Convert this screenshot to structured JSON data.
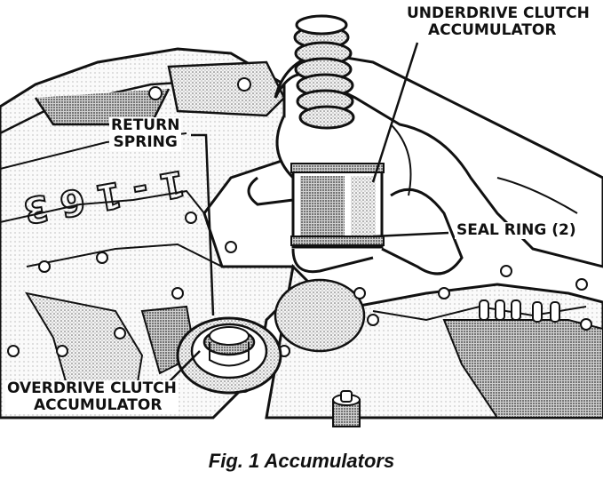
{
  "labels": {
    "underdrive_line1": "UNDERDRIVE CLUTCH",
    "underdrive_line2": "ACCUMULATOR",
    "return_line1": "RETURN",
    "return_line2": "SPRING",
    "seal_ring": "SEAL RING (2)",
    "overdrive_line1": "OVERDRIVE CLUTCH",
    "overdrive_line2": "ACCUMULATOR"
  },
  "casting_number": "1 - 1 6 3",
  "caption": "Fig. 1 Accumulators"
}
